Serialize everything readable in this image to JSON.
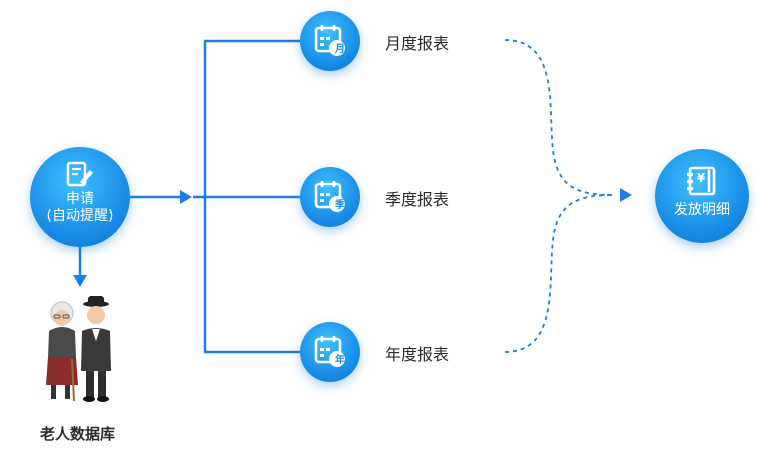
{
  "apply": {
    "line1": "申请",
    "line2": "(自动提醒)"
  },
  "reports": [
    {
      "label": "月度报表",
      "badge": "月"
    },
    {
      "label": "季度报表",
      "badge": "季"
    },
    {
      "label": "年度报表",
      "badge": "年"
    }
  ],
  "payout": {
    "label": "发放明细",
    "symbol": "¥"
  },
  "database": {
    "label": "老人数据库"
  },
  "colors": {
    "primary": "#1a8fe8",
    "line": "#1a7fe6"
  }
}
